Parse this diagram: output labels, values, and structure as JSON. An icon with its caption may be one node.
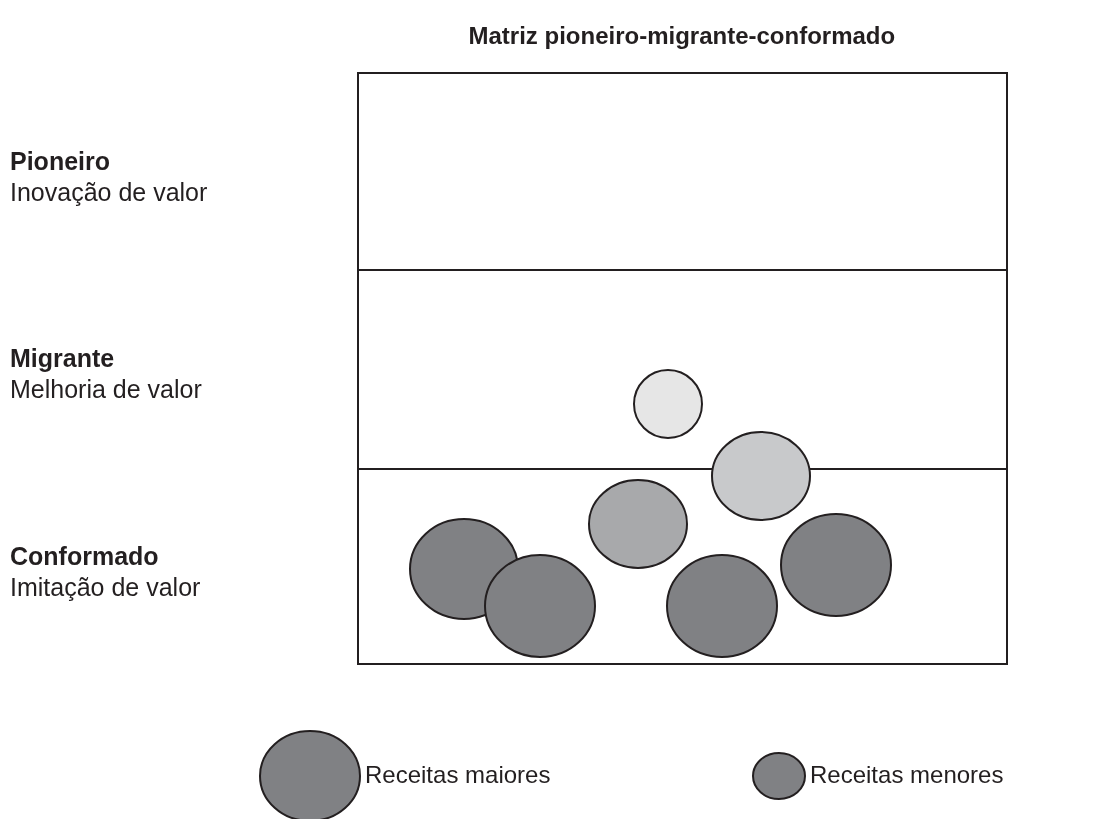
{
  "diagram": {
    "title": "Matriz pioneiro-migrante-conformado",
    "nodes": [
      {
        "text": [],
        "shape": "box"
      },
      {
        "text": [],
        "shape": "box"
      },
      {
        "text": [],
        "shape": "box"
      },
      {
        "text": [],
        "shape": "circle",
        "in": 1
      },
      {
        "text": [],
        "shape": "circle"
      },
      {
        "text": [],
        "shape": "circle",
        "in": 2
      },
      {
        "text": [],
        "shape": "circle",
        "in": 2
      },
      {
        "text": [],
        "shape": "circle",
        "in": 2
      },
      {
        "text": [],
        "shape": "circle",
        "in": 2
      },
      {
        "text": [],
        "shape": "circle",
        "in": 2
      }
    ],
    "edges": [],
    "labels": [
      "Pioneiro",
      "Inovação de valor",
      "Migrante",
      "Melhoria de valor",
      "Conformado",
      "Imitação de valor"
    ],
    "legend": [
      {
        "text": "Receitas maiores",
        "color": "#808184"
      },
      {
        "text": "Receitas menores",
        "color": "#808184"
      }
    ]
  }
}
